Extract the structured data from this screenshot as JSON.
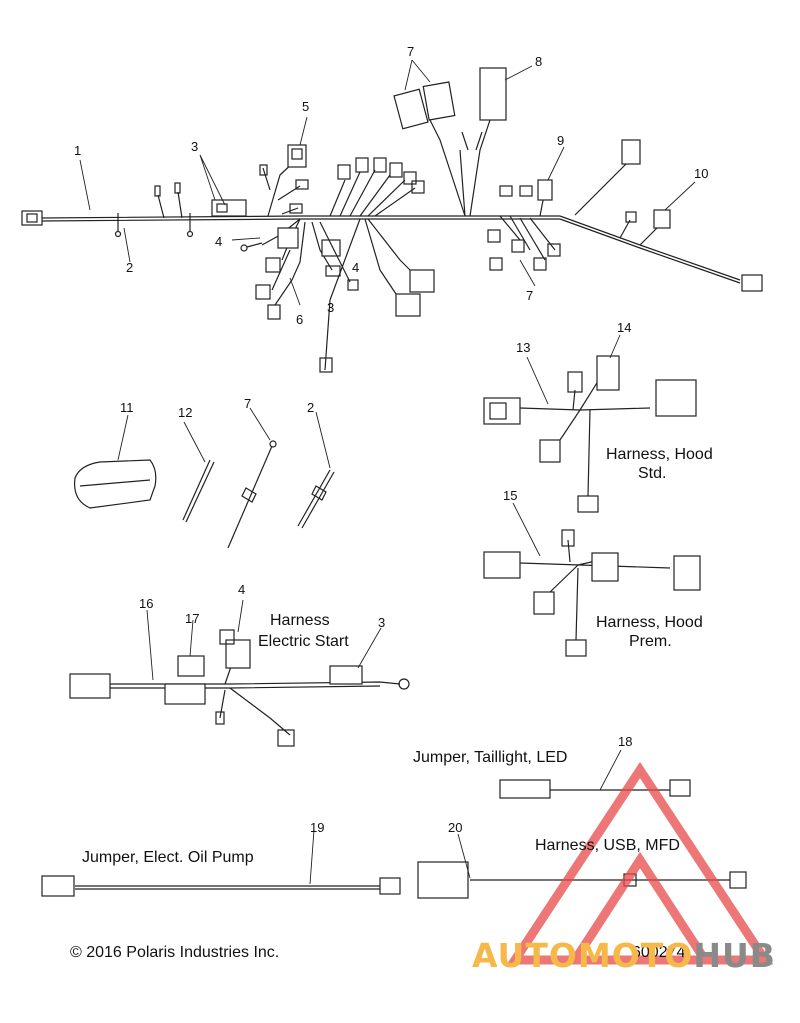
{
  "callouts": [
    "1",
    "2",
    "3",
    "4",
    "5",
    "6",
    "7",
    "8",
    "9",
    "10",
    "6",
    "2",
    "3",
    "4",
    "3",
    "6",
    "7",
    "11",
    "12",
    "7",
    "2",
    "13",
    "14",
    "15",
    "16",
    "17",
    "4",
    "3",
    "18",
    "19",
    "20"
  ],
  "labels": {
    "hood_std": [
      "Harness, Hood",
      "Std."
    ],
    "hood_prem": [
      "Harness, Hood",
      "Prem."
    ],
    "electric_start": [
      "Harness",
      "Electric Start"
    ],
    "taillight": "Jumper, Taillight, LED",
    "oil_pump": "Jumper, Elect. Oil Pump",
    "usb": "Harness, USB, MFD"
  },
  "footer": {
    "copyright": "© 2016 Polaris Industries Inc.",
    "part_number": "600274"
  },
  "watermark": {
    "part1": "AUTOMOTO",
    "part2": "HUB",
    "color_primary": "#f5b94a",
    "color_secondary": "#8a8a8a",
    "triangle_color": "#e84a4a"
  }
}
